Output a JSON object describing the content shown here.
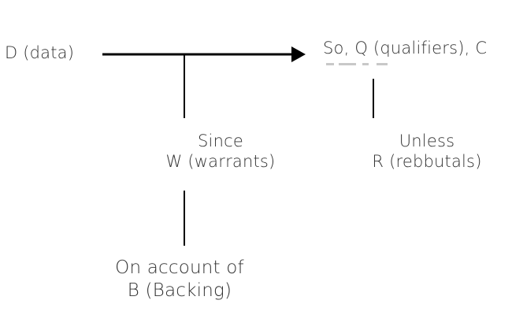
{
  "diagram": {
    "data_label": "D (data)",
    "claim_label": "So, Q (qualifiers), C",
    "warrant": {
      "line1": "Since",
      "line2": "W (warrants)"
    },
    "rebuttal": {
      "line1": "Unless",
      "line2": "R (rebbutals)"
    },
    "backing": {
      "line1": "On account of",
      "line2": "B (Backing)"
    },
    "colors": {
      "text": "#333333",
      "lines": "#000000"
    }
  }
}
